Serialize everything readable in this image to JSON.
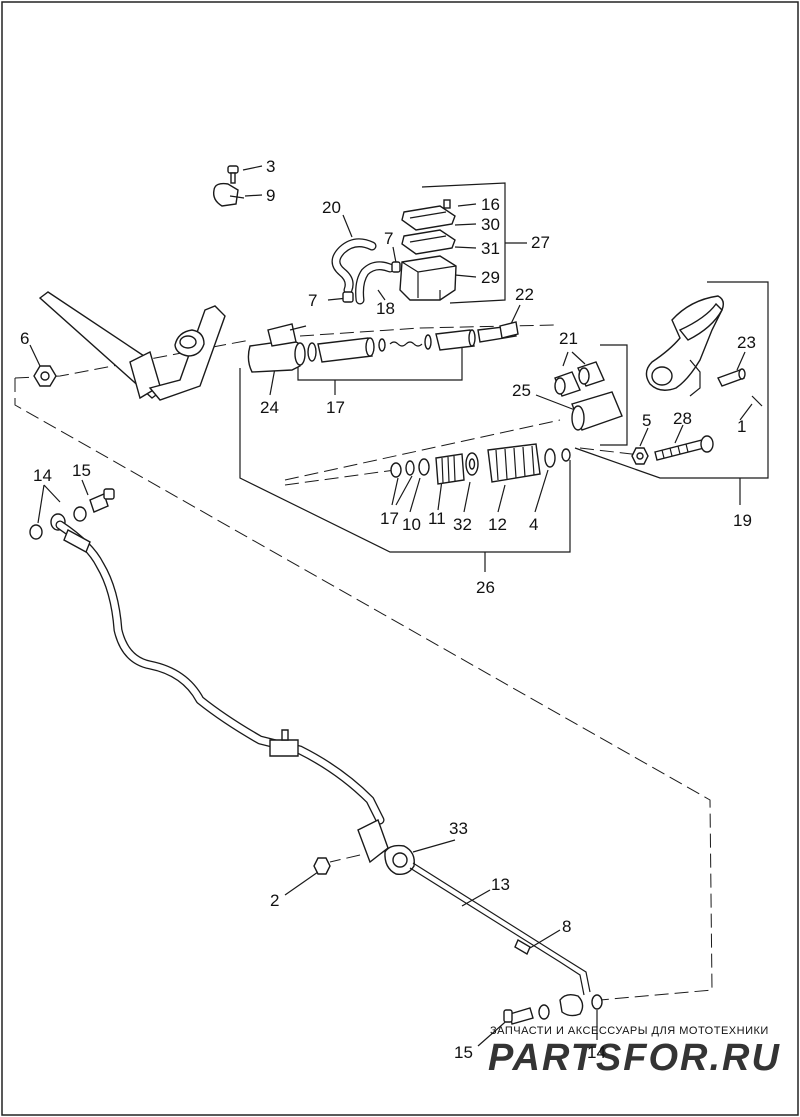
{
  "callouts": {
    "c1": "1",
    "c2": "2",
    "c3": "3",
    "c4": "4",
    "c5": "5",
    "c6": "6",
    "c7a": "7",
    "c7b": "7",
    "c8": "8",
    "c9": "9",
    "c10": "10",
    "c11": "11",
    "c12": "12",
    "c13": "13",
    "c14a": "14",
    "c14b": "14",
    "c15a": "15",
    "c15b": "15",
    "c16": "16",
    "c17a": "17",
    "c17b": "17",
    "c18": "18",
    "c19": "19",
    "c20": "20",
    "c21": "21",
    "c22": "22",
    "c23": "23",
    "c24": "24",
    "c25": "25",
    "c26": "26",
    "c27": "27",
    "c28": "28",
    "c29": "29",
    "c30": "30",
    "c31": "31",
    "c32": "32",
    "c33": "33"
  },
  "watermark": {
    "tagline": "ЗАПЧАСТИ И АКСЕССУАРЫ ДЛЯ МОТОТЕХНИКИ",
    "brand": "PARTSFOR.RU"
  },
  "colors": {
    "line": "#1a1a1a",
    "watermark": "#b93a3a",
    "frame": "#222222"
  }
}
